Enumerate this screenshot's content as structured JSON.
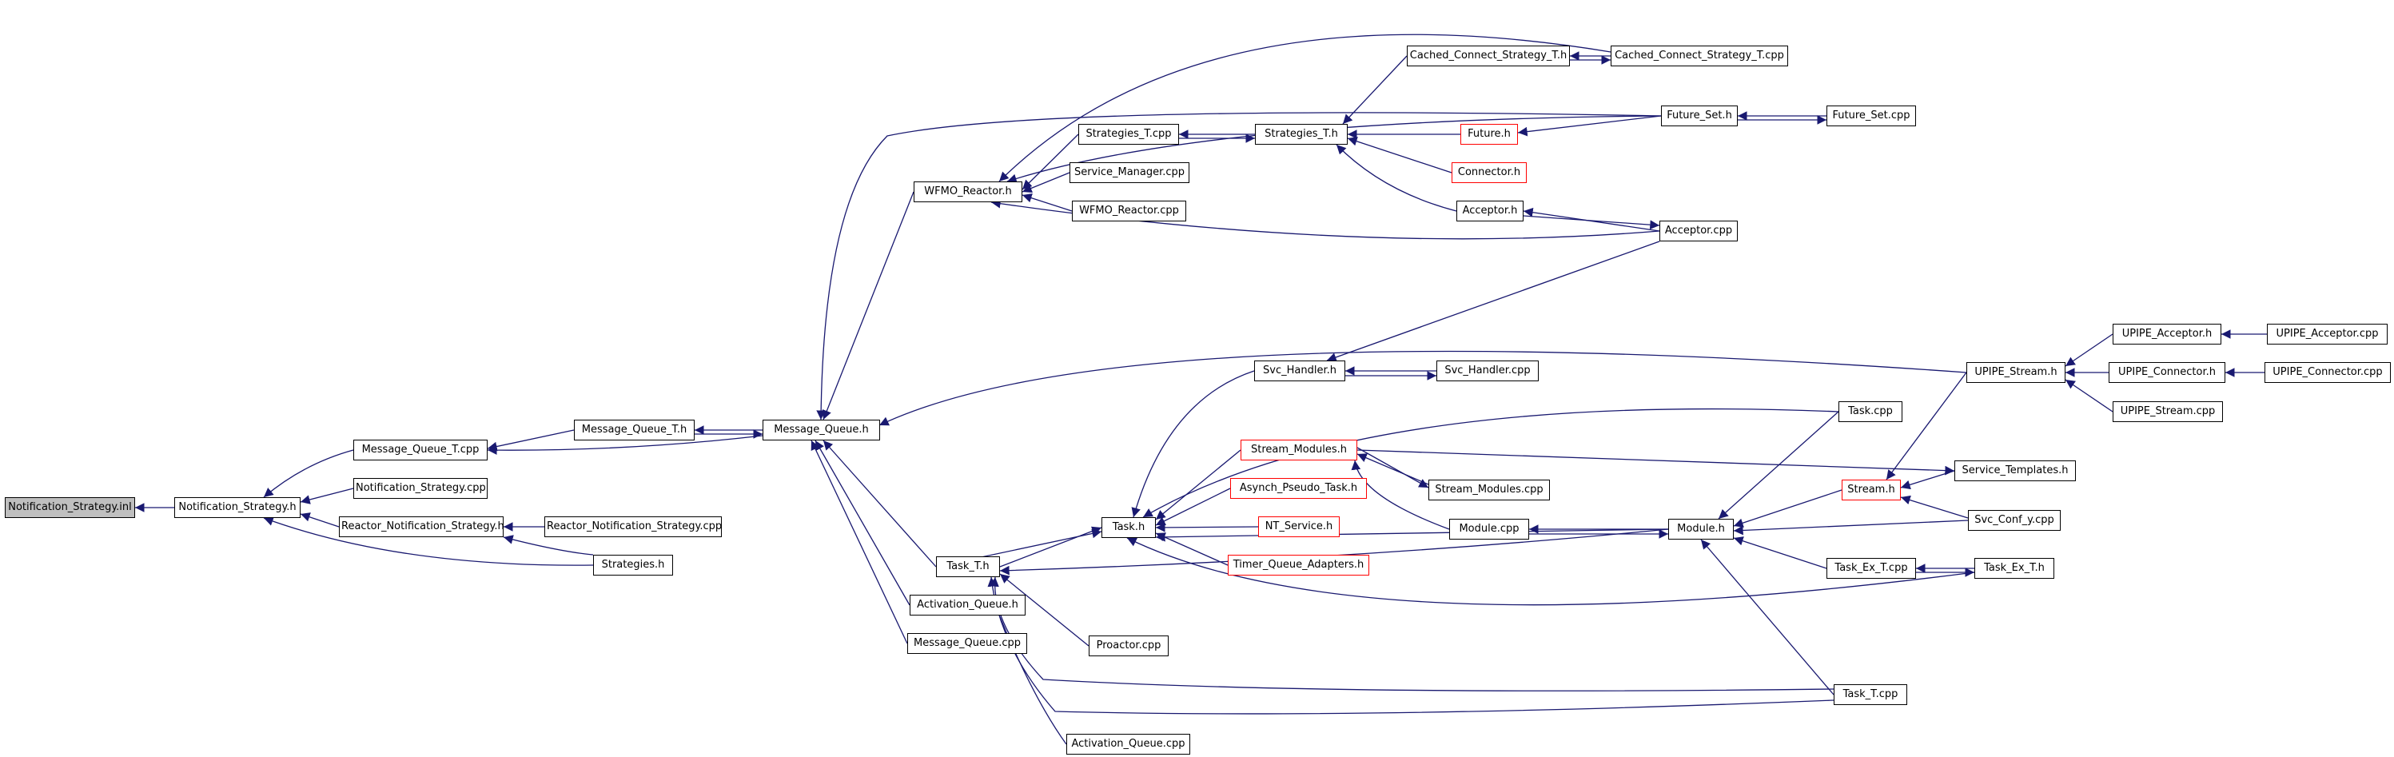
{
  "diagram": {
    "colors": {
      "edge": "#191970",
      "node_border": "#000000",
      "incomplete_border": "#ff0000",
      "root_fill": "#bfbfbf"
    },
    "nodes": {
      "notification_strategy_inl": "Notification_Strategy.inl",
      "notification_strategy_h": "Notification_Strategy.h",
      "message_queue_t_cpp": "Message_Queue_T.cpp",
      "notification_strategy_cpp": "Notification_Strategy.cpp",
      "reactor_notification_strategy_h": "Reactor_Notification_Strategy.h",
      "reactor_notification_strategy_cpp": "Reactor_Notification_Strategy.cpp",
      "strategies_h": "Strategies.h",
      "message_queue_t_h": "Message_Queue_T.h",
      "message_queue_h": "Message_Queue.h",
      "wfmo_reactor_h": "WFMO_Reactor.h",
      "strategies_t_cpp": "Strategies_T.cpp",
      "service_manager_cpp": "Service_Manager.cpp",
      "wfmo_reactor_cpp": "WFMO_Reactor.cpp",
      "strategies_t_h": "Strategies_T.h",
      "cached_connect_strategy_t_h": "Cached_Connect_Strategy_T.h",
      "cached_connect_strategy_t_cpp": "Cached_Connect_Strategy_T.cpp",
      "future_h": "Future.h",
      "connector_h": "Connector.h",
      "acceptor_h": "Acceptor.h",
      "acceptor_cpp": "Acceptor.cpp",
      "future_set_h": "Future_Set.h",
      "future_set_cpp": "Future_Set.cpp",
      "svc_handler_h": "Svc_Handler.h",
      "svc_handler_cpp": "Svc_Handler.cpp",
      "upipe_stream_h": "UPIPE_Stream.h",
      "upipe_acceptor_h": "UPIPE_Acceptor.h",
      "upipe_acceptor_cpp": "UPIPE_Acceptor.cpp",
      "upipe_connector_h": "UPIPE_Connector.h",
      "upipe_connector_cpp": "UPIPE_Connector.cpp",
      "upipe_stream_cpp": "UPIPE_Stream.cpp",
      "task_h": "Task.h",
      "task_cpp": "Task.cpp",
      "stream_modules_h": "Stream_Modules.h",
      "asynch_pseudo_task_h": "Asynch_Pseudo_Task.h",
      "nt_service_h": "NT_Service.h",
      "timer_queue_adapters_h": "Timer_Queue_Adapters.h",
      "stream_modules_cpp": "Stream_Modules.cpp",
      "module_cpp": "Module.cpp",
      "module_h": "Module.h",
      "stream_h": "Stream.h",
      "service_templates_h": "Service_Templates.h",
      "svc_conf_y_cpp": "Svc_Conf_y.cpp",
      "task_ex_t_cpp": "Task_Ex_T.cpp",
      "task_ex_t_h": "Task_Ex_T.h",
      "task_t_h": "Task_T.h",
      "activation_queue_h": "Activation_Queue.h",
      "message_queue_cpp": "Message_Queue.cpp",
      "proactor_cpp": "Proactor.cpp",
      "task_t_cpp": "Task_T.cpp",
      "activation_queue_cpp": "Activation_Queue.cpp"
    }
  }
}
